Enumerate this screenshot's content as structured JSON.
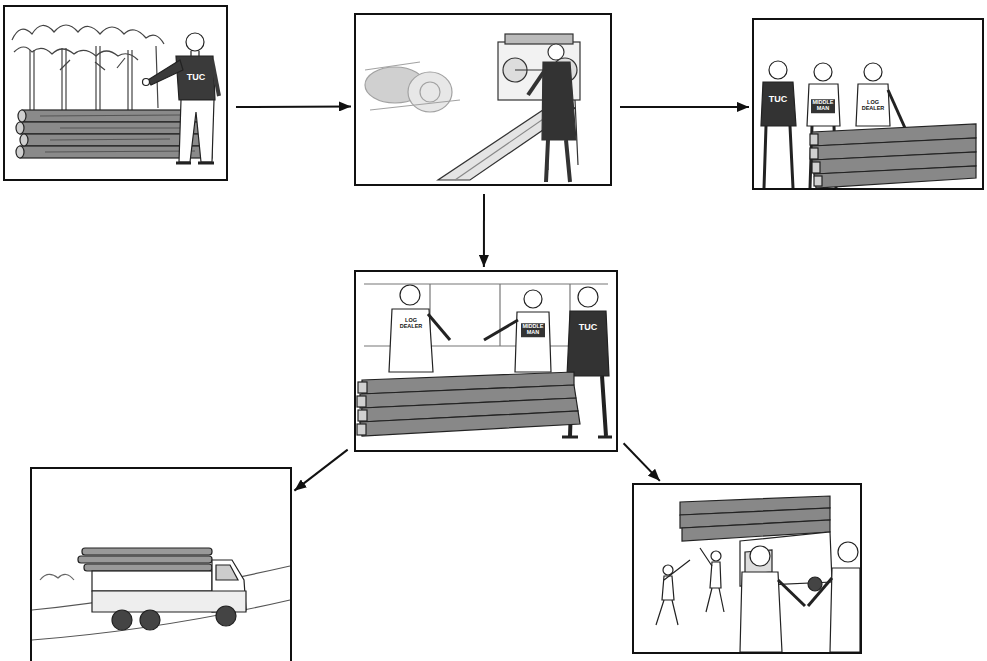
{
  "diagram": {
    "nodes": [
      {
        "text": [
          "TUC"
        ]
      },
      {
        "text": []
      },
      {
        "text": [
          "TUC",
          "MIDDLE MAN",
          "LOG DEALER"
        ]
      },
      {
        "text": [
          "LOG DEALER",
          "MIDDLE MAN",
          "TUC"
        ]
      },
      {
        "text": []
      },
      {
        "text": []
      }
    ],
    "edges": [
      {
        "from": 0,
        "to": 1,
        "arrow": "to"
      },
      {
        "from": 1,
        "to": 2,
        "arrow": "to"
      },
      {
        "from": 1,
        "to": 3,
        "arrow": "to"
      },
      {
        "from": 3,
        "to": 4,
        "arrow": "to"
      },
      {
        "from": 3,
        "to": 5,
        "arrow": "to"
      }
    ]
  }
}
